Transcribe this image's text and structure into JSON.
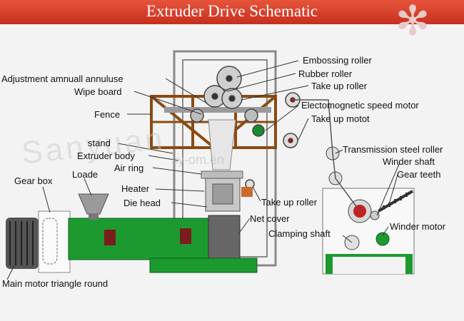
{
  "title": "Extruder Drive Schematic",
  "watermark": "Sanyuan",
  "watermark_url": "sy-om.en",
  "labels": {
    "embossing_roller": "Embossing roller",
    "rubber_roller": "Rubber roller",
    "take_up_roller_top": "Take up roller",
    "adjustment": "Adjustment amnuall annuluse",
    "wipe_board": "Wipe board",
    "electromagnetic_motor": "Electomognetic speed motor",
    "take_up_motor": "Take up motot",
    "fence": "Fence",
    "stand": "stand",
    "transmission_roller": "Transmission steel roller",
    "extruder_body": "Extruder body",
    "winder_shaft": "Winder shaft",
    "air_ring": "Air ring",
    "gear_teeth": "Gear teeth",
    "gear_box": "Gear box",
    "loade": "Loade",
    "heater": "Heater",
    "die_head": "Die head",
    "take_up_roller_mid": "Take up roller",
    "net_cover": "Net cover",
    "winder_motor": "Winder motor",
    "clamping_shaft": "Clamping shaft",
    "main_motor": "Main motor triangle round"
  }
}
